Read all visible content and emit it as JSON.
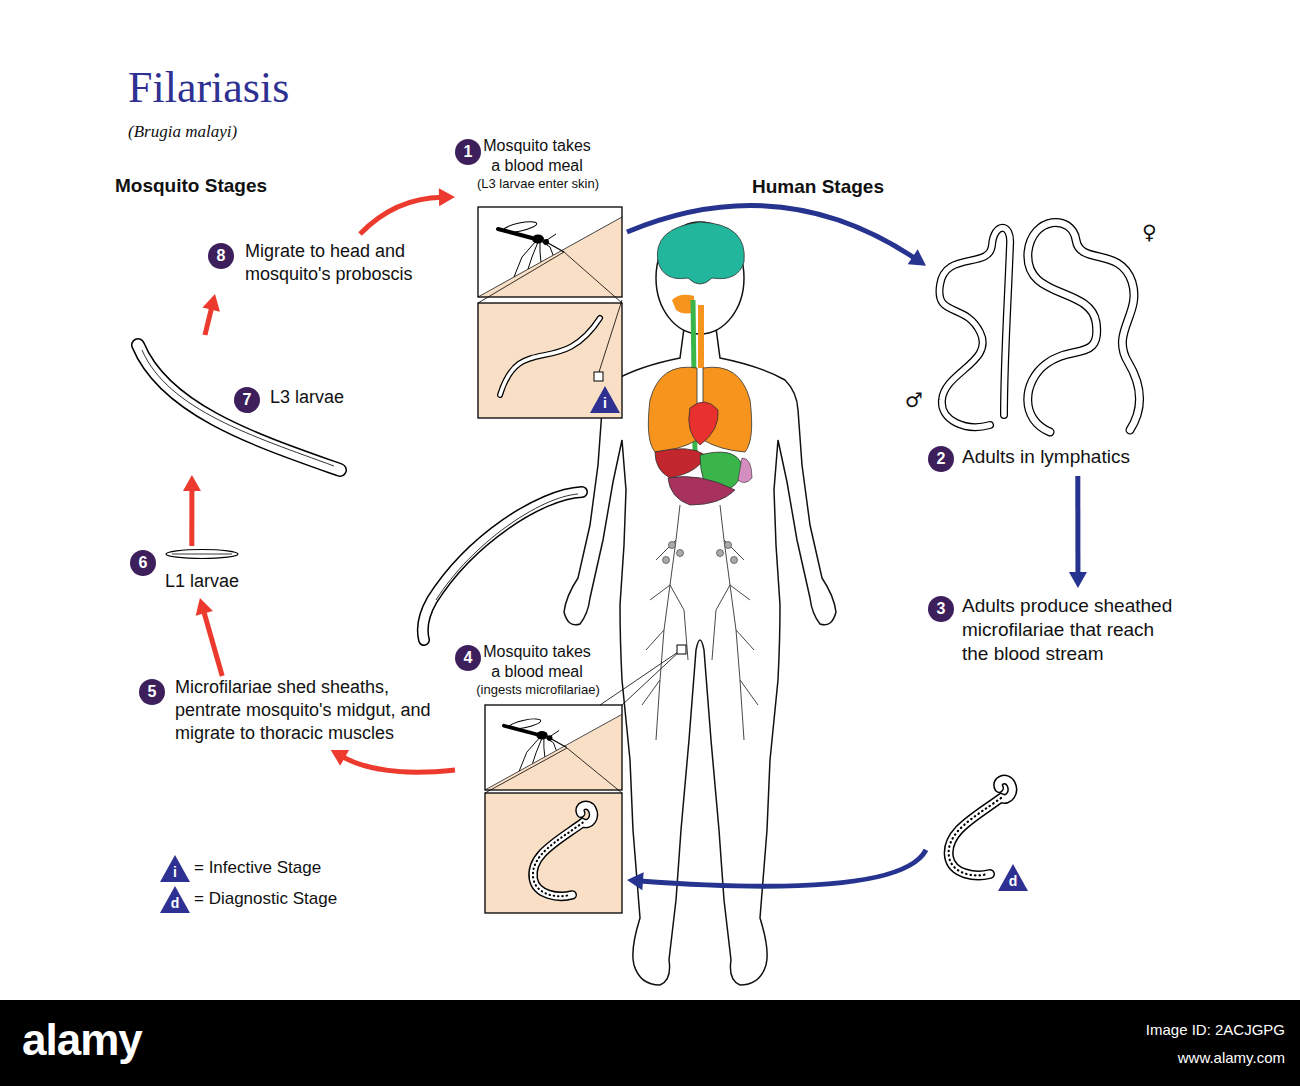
{
  "diagram": {
    "title": "Filariasis",
    "nodes": [
      {
        "text": [
          "1",
          "Mosquito takes a blood meal",
          "(L3 larvae enter skin)"
        ]
      },
      {
        "text": [
          "2",
          "Adults in lymphatics"
        ]
      },
      {
        "text": [
          "3",
          "Adults produce sheathed microfilariae that reach the blood stream"
        ]
      },
      {
        "text": [
          "4",
          "Mosquito takes a blood meal",
          "(ingests microfilariae)"
        ]
      },
      {
        "text": [
          "5",
          "Microfilariae shed sheaths, pentrate mosquito's midgut, and migrate to thoracic muscles"
        ]
      },
      {
        "text": [
          "6",
          "L1 larvae"
        ]
      },
      {
        "text": [
          "7",
          "L3 larvae"
        ]
      },
      {
        "text": [
          "8",
          "Migrate to head and mosquito's proboscis"
        ]
      }
    ],
    "edges": [
      {
        "from": 0,
        "to": 1,
        "arrow": "to"
      },
      {
        "from": 1,
        "to": 2,
        "arrow": "to"
      },
      {
        "from": 2,
        "to": 3,
        "arrow": "to"
      },
      {
        "from": 3,
        "to": 4,
        "arrow": "to"
      },
      {
        "from": 4,
        "to": 5,
        "arrow": "to"
      },
      {
        "from": 5,
        "to": 6,
        "arrow": "to"
      },
      {
        "from": 6,
        "to": 7,
        "arrow": "to"
      },
      {
        "from": 7,
        "to": 0,
        "arrow": "to"
      }
    ],
    "labels": [
      "(Brugia malayi)",
      "Mosquito Stages",
      "Human Stages",
      "♂",
      "♀",
      "i",
      "d",
      "i",
      "d",
      "alamy",
      "Image ID: 2ACJGPG",
      "www.alamy.com"
    ],
    "legend": [
      {
        "text": "= Infective Stage"
      },
      {
        "text": "= Diagnostic Stage"
      }
    ]
  }
}
